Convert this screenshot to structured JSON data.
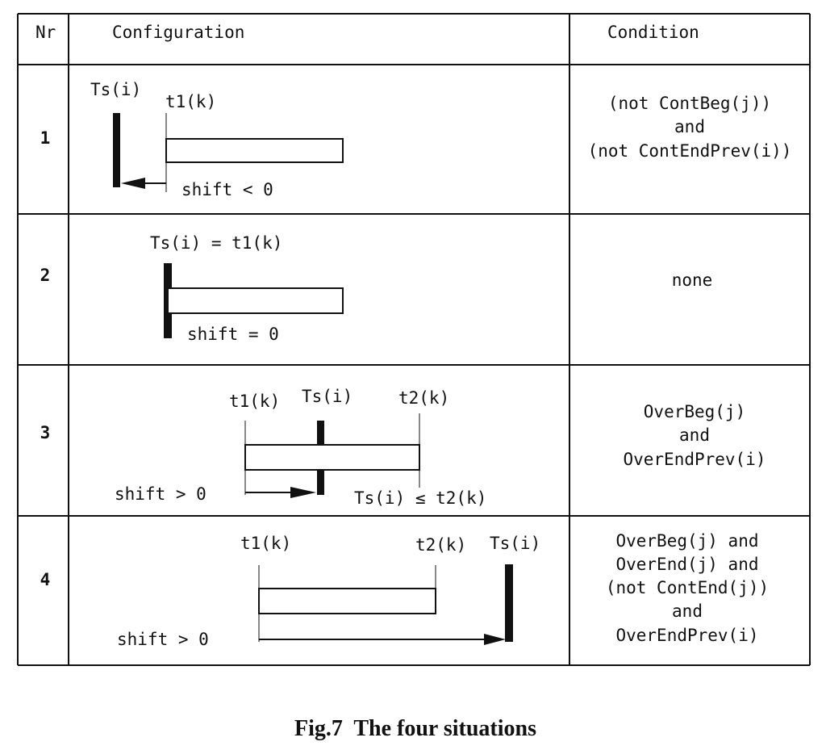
{
  "table": {
    "header": {
      "nr": "Nr",
      "configuration": "Configuration",
      "condition": "Condition"
    },
    "rows": [
      {
        "nr": "1",
        "labels": {
          "ts": "Ts(i)",
          "t1": "t1(k)",
          "shift": "shift < 0"
        },
        "condition": [
          "(not ContBeg(j))",
          "and",
          "(not ContEndPrev(i))"
        ]
      },
      {
        "nr": "2",
        "labels": {
          "ts_eq": "Ts(i) = t1(k)",
          "shift": "shift = 0"
        },
        "condition": [
          "none"
        ]
      },
      {
        "nr": "3",
        "labels": {
          "t1": "t1(k)",
          "ts": "Ts(i)",
          "t2": "t2(k)",
          "shift": "shift > 0",
          "rel": "Ts(i) ≤ t2(k)"
        },
        "condition": [
          "OverBeg(j)",
          "and",
          "OverEndPrev(i)"
        ]
      },
      {
        "nr": "4",
        "labels": {
          "t1": "t1(k)",
          "t2": "t2(k)",
          "ts": "Ts(i)",
          "shift": "shift > 0"
        },
        "condition": [
          "OverBeg(j) and",
          "OverEnd(j) and",
          "(not ContEnd(j))",
          "and",
          "OverEndPrev(i)"
        ]
      }
    ]
  },
  "caption": "Fig.7  The four situations"
}
